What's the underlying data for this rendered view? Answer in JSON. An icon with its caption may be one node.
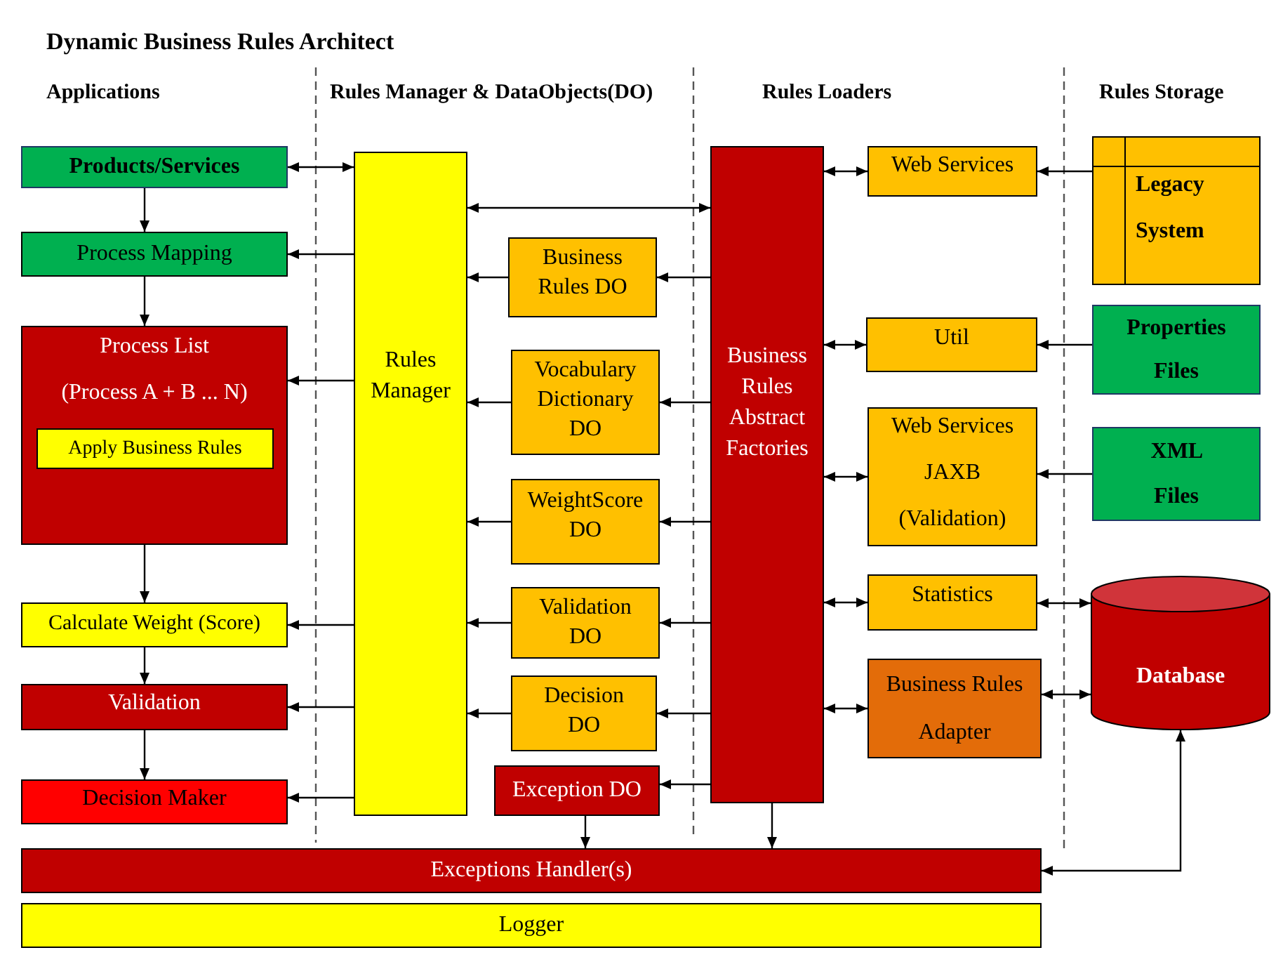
{
  "diagram": {
    "title": "Dynamic Business Rules Architect",
    "nodes": [
      {
        "text": [
          "Products/Services"
        ]
      },
      {
        "text": [
          "Process Mapping"
        ]
      },
      {
        "text": [
          "Process List",
          "(Process A + B ... N)"
        ]
      },
      {
        "text": [
          "Apply Business Rules"
        ],
        "in": 2
      },
      {
        "text": [
          "Calculate Weight (Score)"
        ]
      },
      {
        "text": [
          "Validation"
        ]
      },
      {
        "text": [
          "Decision Maker"
        ]
      },
      {
        "text": [
          "Rules Manager"
        ]
      },
      {
        "text": [
          "Business Rules DO"
        ]
      },
      {
        "text": [
          "Vocabulary Dictionary DO"
        ]
      },
      {
        "text": [
          "WeightScore DO"
        ]
      },
      {
        "text": [
          "Validation DO"
        ]
      },
      {
        "text": [
          "Decision DO"
        ]
      },
      {
        "text": [
          "Exception DO"
        ]
      },
      {
        "text": [
          "Business Rules Abstract Factories"
        ]
      },
      {
        "text": [
          "Web Services"
        ]
      },
      {
        "text": [
          "Util"
        ]
      },
      {
        "text": [
          "Web Services",
          "JAXB",
          "(Validation)"
        ]
      },
      {
        "text": [
          "Statistics"
        ]
      },
      {
        "text": [
          "Business Rules Adapter"
        ]
      },
      {
        "text": [
          "Legacy System"
        ]
      },
      {
        "text": [
          "Properties Files"
        ]
      },
      {
        "text": [
          "XML Files"
        ]
      },
      {
        "text": [
          "Database"
        ]
      },
      {
        "text": [
          "Exceptions Handler(s)"
        ]
      },
      {
        "text": [
          "Logger"
        ]
      }
    ],
    "edges": [
      {
        "from": 0,
        "to": 7,
        "arrow": "both"
      },
      {
        "from": 0,
        "to": 1,
        "arrow": "to"
      },
      {
        "from": 1,
        "to": 2,
        "arrow": "to"
      },
      {
        "from": 7,
        "to": 1,
        "arrow": "to"
      },
      {
        "from": 7,
        "to": 2,
        "arrow": "to"
      },
      {
        "from": 2,
        "to": 4,
        "arrow": "to"
      },
      {
        "from": 7,
        "to": 4,
        "arrow": "to"
      },
      {
        "from": 4,
        "to": 5,
        "arrow": "to"
      },
      {
        "from": 7,
        "to": 5,
        "arrow": "to"
      },
      {
        "from": 5,
        "to": 6,
        "arrow": "to"
      },
      {
        "from": 7,
        "to": 6,
        "arrow": "to"
      },
      {
        "from": 7,
        "to": 14,
        "arrow": "both"
      },
      {
        "from": 14,
        "to": 8,
        "arrow": "to"
      },
      {
        "from": 8,
        "to": 7,
        "arrow": "to"
      },
      {
        "from": 14,
        "to": 9,
        "arrow": "to"
      },
      {
        "from": 9,
        "to": 7,
        "arrow": "to"
      },
      {
        "from": 14,
        "to": 10,
        "arrow": "to"
      },
      {
        "from": 10,
        "to": 7,
        "arrow": "to"
      },
      {
        "from": 14,
        "to": 11,
        "arrow": "to"
      },
      {
        "from": 11,
        "to": 7,
        "arrow": "to"
      },
      {
        "from": 14,
        "to": 12,
        "arrow": "to"
      },
      {
        "from": 12,
        "to": 7,
        "arrow": "to"
      },
      {
        "from": 14,
        "to": 13,
        "arrow": "to"
      },
      {
        "from": 13,
        "to": 24,
        "arrow": "to"
      },
      {
        "from": 14,
        "to": 24,
        "arrow": "to"
      },
      {
        "from": 14,
        "to": 15,
        "arrow": "both"
      },
      {
        "from": 14,
        "to": 16,
        "arrow": "both"
      },
      {
        "from": 14,
        "to": 17,
        "arrow": "both"
      },
      {
        "from": 14,
        "to": 18,
        "arrow": "both"
      },
      {
        "from": 14,
        "to": 19,
        "arrow": "both"
      },
      {
        "from": 20,
        "to": 15,
        "arrow": "to"
      },
      {
        "from": 21,
        "to": 16,
        "arrow": "to"
      },
      {
        "from": 22,
        "to": 17,
        "arrow": "to"
      },
      {
        "from": 18,
        "to": 23,
        "arrow": "both"
      },
      {
        "from": 19,
        "to": 23,
        "arrow": "both"
      },
      {
        "from": 24,
        "to": 23,
        "arrow": "both"
      }
    ],
    "labels": [
      "Applications",
      "Rules Manager & DataObjects(DO)",
      "Rules Loaders",
      "Rules Storage"
    ]
  }
}
